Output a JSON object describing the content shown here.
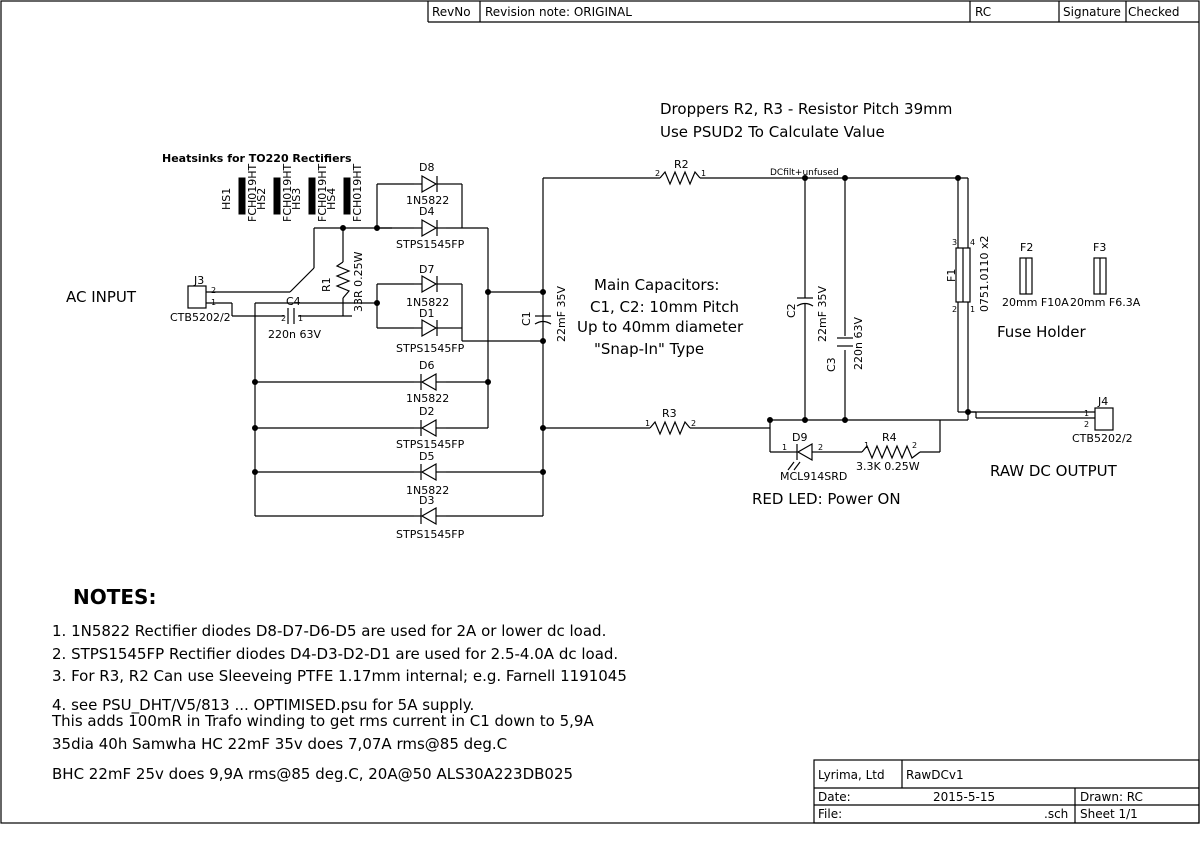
{
  "revision_block": {
    "revno_header": "RevNo",
    "note": "Revision note: ORIGINAL",
    "rc": "RC",
    "signature": "Signature",
    "checked": "Checked"
  },
  "labels": {
    "droppers_line1": "Droppers R2, R3 - Resistor Pitch 39mm",
    "droppers_line2": "Use PSUD2 To Calculate Value",
    "heatsinks_title": "Heatsinks for TO220 Rectifiers",
    "ac_input": "AC INPUT",
    "main_caps_line1": "Main Capacitors:",
    "main_caps_line2": "C1, C2: 10mm Pitch",
    "main_caps_line3": "Up to 40mm diameter",
    "main_caps_line4": "\"Snap-In\" Type",
    "fuse_holder": "Fuse Holder",
    "raw_dc_output": "RAW DC OUTPUT",
    "red_led": "RED LED: Power ON",
    "net_dcfilt": "DCfilt+unfused"
  },
  "components": {
    "heatsinks": [
      {
        "ref": "HS1",
        "value": "FCH019HT"
      },
      {
        "ref": "HS2",
        "value": "FCH019HT"
      },
      {
        "ref": "HS3",
        "value": "FCH019HT"
      },
      {
        "ref": "HS4",
        "value": "FCH019HT"
      }
    ],
    "diodes": [
      {
        "ref": "D8",
        "value": "1N5822"
      },
      {
        "ref": "D4",
        "value": "STPS1545FP"
      },
      {
        "ref": "D7",
        "value": "1N5822"
      },
      {
        "ref": "D1",
        "value": "STPS1545FP"
      },
      {
        "ref": "D6",
        "value": "1N5822"
      },
      {
        "ref": "D2",
        "value": "STPS1545FP"
      },
      {
        "ref": "D5",
        "value": "1N5822"
      },
      {
        "ref": "D3",
        "value": "STPS1545FP"
      }
    ],
    "j3": {
      "ref": "J3",
      "value": "CTB5202/2"
    },
    "j4": {
      "ref": "J4",
      "value": "CTB5202/2"
    },
    "c4": {
      "ref": "C4",
      "value": "220n 63V"
    },
    "r1": {
      "ref": "R1",
      "value": "33R 0.25W"
    },
    "c1": {
      "ref": "C1",
      "value": "22mF 35V"
    },
    "r2": {
      "ref": "R2"
    },
    "r3": {
      "ref": "R3"
    },
    "c2": {
      "ref": "C2",
      "value": "22mF 35V"
    },
    "c3": {
      "ref": "C3",
      "value": "220n 63V"
    },
    "f1": {
      "ref": "F1",
      "value": "0751.0110 x2"
    },
    "f2": {
      "ref": "F2",
      "value": "20mm F10A"
    },
    "f3": {
      "ref": "F3",
      "value": "20mm F6.3A"
    },
    "d9": {
      "ref": "D9",
      "value": "MCL914SRD"
    },
    "r4": {
      "ref": "R4",
      "value": "3.3K 0.25W"
    }
  },
  "notes": {
    "heading": "NOTES:",
    "lines": [
      "1. 1N5822 Rectifier diodes D8-D7-D6-D5 are used for 2A or lower dc load.",
      "2. STPS1545FP Rectifier diodes D4-D3-D2-D1 are used for 2.5-4.0A dc load.",
      "3. For R3, R2 Can use Sleeveing PTFE 1.17mm internal; e.g. Farnell 1191045",
      "4. see PSU_DHT/V5/813 ... OPTIMISED.psu for 5A supply.",
      "This adds 100mR in Trafo winding to get rms current in C1 down to 5,9A",
      "35dia 40h Samwha HC 22mF 35v does 7,07A rms@85 deg.C",
      "BHC 22mF 25v does 9,9A rms@85 deg.C, 20A@50    ALS30A223DB025"
    ]
  },
  "title_block": {
    "company": "Lyrima, Ltd",
    "title": "RawDCv1",
    "date_label": "Date:",
    "date": "2015-5-15",
    "drawn": "Drawn: RC",
    "file_label": "File:",
    "file_ext": ".sch",
    "sheet": "Sheet 1/1"
  }
}
